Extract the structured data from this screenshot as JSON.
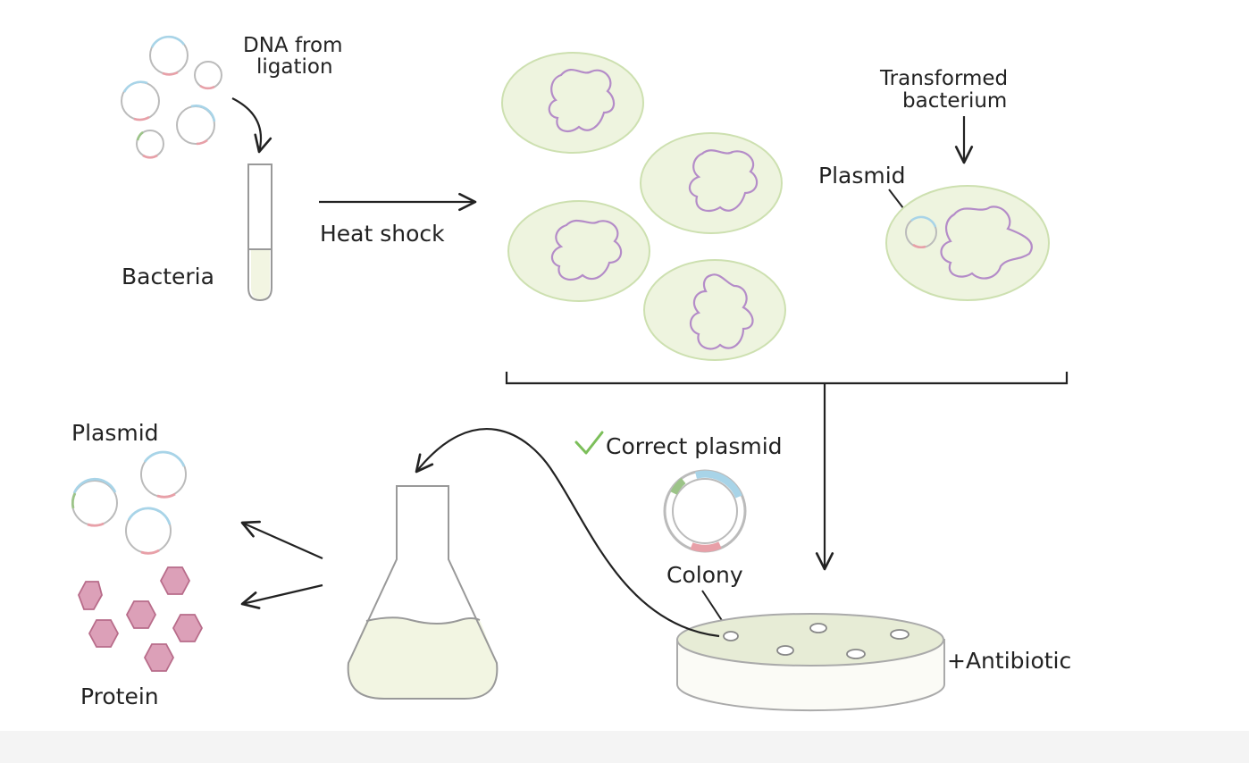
{
  "labels": {
    "dna_line1": "DNA from",
    "dna_line2": "ligation",
    "bacteria": "Bacteria",
    "heat_shock": "Heat shock",
    "transformed_line1": "Transformed",
    "transformed_line2": "bacterium",
    "plasmid_top": "Plasmid",
    "plasmid_left": "Plasmid",
    "protein": "Protein",
    "correct_plasmid": "Correct plasmid",
    "colony": "Colony",
    "antibiotic": "+Antibiotic"
  },
  "icons": {
    "check": "check-icon"
  },
  "colors": {
    "cell_fill": "#eef4df",
    "cell_stroke": "#cde0b0",
    "chromosome": "#b48cc8",
    "protein_fill": "#dca0b8",
    "protein_stroke": "#b86c8a",
    "plasmid_blue": "#a8d4e8",
    "plasmid_red": "#e8a0a8",
    "plasmid_green": "#9cc488",
    "liquid": "#f2f5e2",
    "ink": "#222222"
  }
}
